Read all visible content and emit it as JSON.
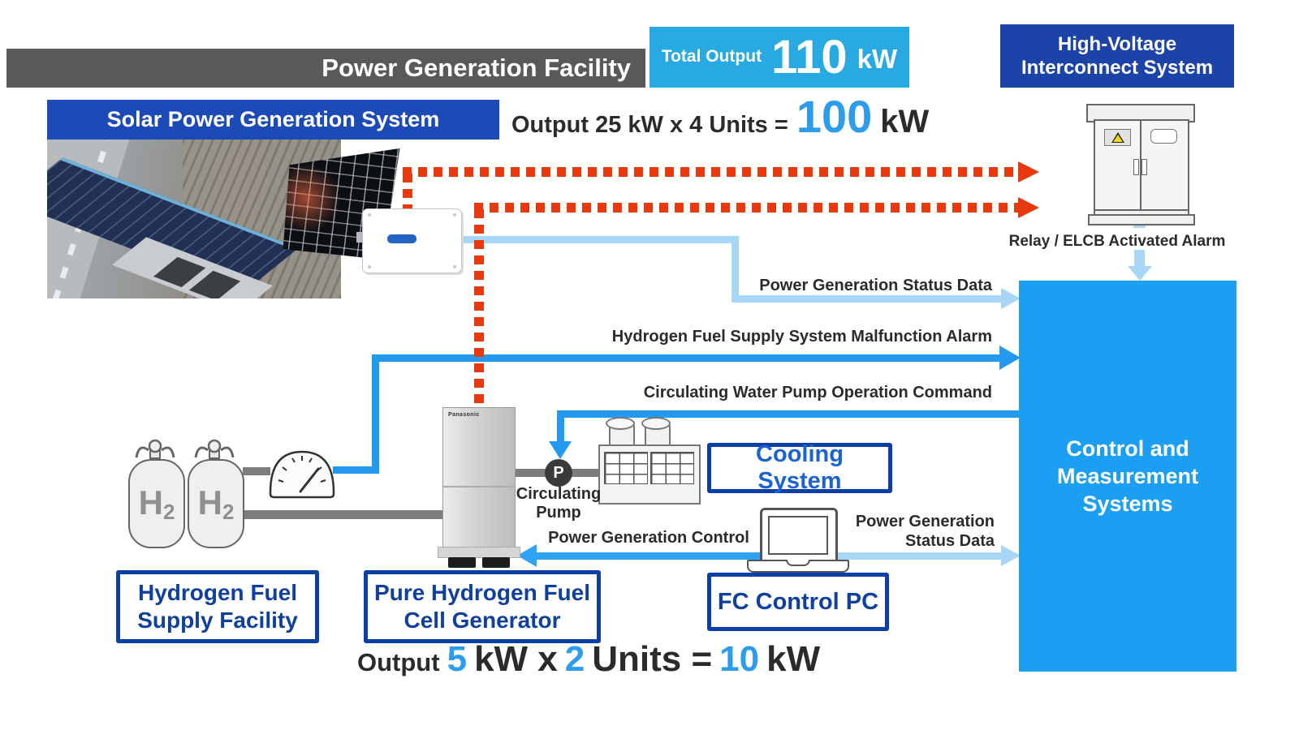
{
  "colors": {
    "header_gray": "#595959",
    "total_output_blue": "#29A9E1",
    "deep_blue": "#1B43A8",
    "solar_bar_blue": "#1C4BB8",
    "control_box_blue": "#1C9FF2",
    "signal_blue": "#2499F0",
    "signal_light_blue": "#A8D6F6",
    "power_line_red": "#E8380D",
    "number_blue": "#2D9CEC",
    "label_navy": "#0C3FA6"
  },
  "header": {
    "title": "Power Generation Facility"
  },
  "total_output": {
    "label": "Total Output",
    "value": "110",
    "unit": "kW"
  },
  "high_voltage": {
    "line1": "High-Voltage",
    "line2": "Interconnect System"
  },
  "relay_alarm": {
    "label": "Relay / ELCB Activated Alarm"
  },
  "solar": {
    "title": "Solar Power Generation System",
    "formula_prefix": "Output 25 kW x 4 Units =",
    "formula_value": "100",
    "formula_unit": "kW"
  },
  "control_box": {
    "line1": "Control and",
    "line2": "Measurement",
    "line3": "Systems"
  },
  "signals": {
    "status1": "Power Generation Status Data",
    "malfunction": "Hydrogen Fuel Supply System Malfunction Alarm",
    "pump_command": "Circulating Water Pump Operation Command",
    "gen_control": "Power Generation Control",
    "status2_line1": "Power Generation",
    "status2_line2": "Status Data"
  },
  "hydrogen": {
    "tank1": "H",
    "tank1_sub": "2",
    "tank2": "H",
    "tank2_sub": "2",
    "label_line1": "Hydrogen Fuel",
    "label_line2": "Supply Facility"
  },
  "pump": {
    "symbol": "P",
    "label_line1": "Circulating",
    "label_line2": "Pump"
  },
  "cooling": {
    "label": "Cooling System"
  },
  "fc_pc": {
    "label": "FC Control PC"
  },
  "generator": {
    "brand": "Panasonic",
    "label_line1": "Pure Hydrogen Fuel",
    "label_line2": "Cell Generator"
  },
  "fc_formula": {
    "prefix": "Output",
    "v1": "5",
    "t1": "kW x",
    "v2": "2",
    "t2": "Units =",
    "v3": "10",
    "t3": "kW"
  }
}
